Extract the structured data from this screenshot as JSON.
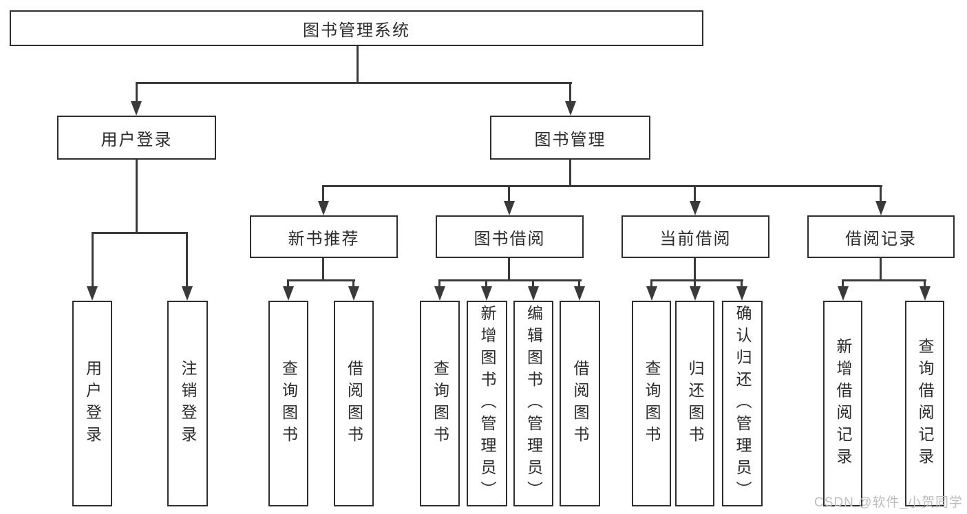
{
  "diagram_type": "hierarchy-tree",
  "colors": {
    "background": "#ffffff",
    "box_border": "#2e2e2e",
    "connector_line": "#3a3a3a",
    "text": "#2b2b2b",
    "watermark_text": "#bdbdbd"
  },
  "watermark": {
    "text": "CSDN @软件_小贺同学"
  },
  "tree": {
    "label": "图书管理系统",
    "children": [
      {
        "label": "用户登录",
        "children": [
          {
            "label": "用户登录"
          },
          {
            "label": "注销登录"
          }
        ]
      },
      {
        "label": "图书管理",
        "children": [
          {
            "label": "新书推荐",
            "children": [
              {
                "label": "查询图书"
              },
              {
                "label": "借阅图书"
              }
            ]
          },
          {
            "label": "图书借阅",
            "children": [
              {
                "label": "查询图书"
              },
              {
                "label": "新增图书（管理员）"
              },
              {
                "label": "编辑图书（管理员）"
              },
              {
                "label": "借阅图书"
              }
            ]
          },
          {
            "label": "当前借阅",
            "children": [
              {
                "label": "查询图书"
              },
              {
                "label": "归还图书"
              },
              {
                "label": "确认归还（管理员）"
              }
            ]
          },
          {
            "label": "借阅记录",
            "children": [
              {
                "label": "新增借阅记录"
              },
              {
                "label": "查询借阅记录"
              }
            ]
          }
        ]
      }
    ]
  }
}
